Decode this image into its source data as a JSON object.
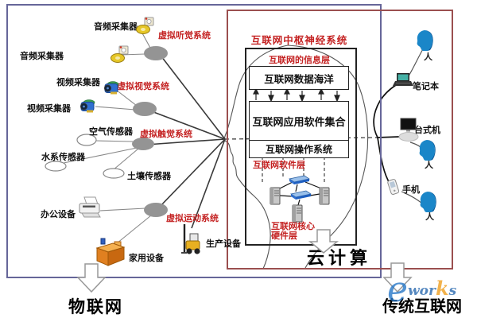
{
  "sensors": {
    "audio1": "音频采集器",
    "audio2": "音频采集器",
    "video1": "视频采集器",
    "video2": "视频采集器",
    "air": "空气传感器",
    "water": "水系传感器",
    "soil": "土壤传感器",
    "office": "办公设备",
    "home": "家用设备",
    "production": "生产设备"
  },
  "virtual_systems": {
    "hearing": "虚拟听觉系统",
    "vision": "虚拟视觉系统",
    "touch": "虚拟触觉系统",
    "motion": "虚拟运动系统"
  },
  "brain": {
    "title": "互联网中枢神经系统",
    "info_layer": "互联网的信息层",
    "data_ocean": "互联网数据海洋",
    "app_software": "互联网应用软件集合",
    "os": "互联网操作系统",
    "software_layer": "互联网软件层",
    "hardware_line1": "互联网核心",
    "hardware_line2": "硬件层",
    "cloud": "云计算"
  },
  "terminals": {
    "person_top": "人",
    "laptop": "笔记本",
    "desktop": "台式机",
    "phone": "手机",
    "person_mid": "人",
    "person_bottom": "人"
  },
  "footers": {
    "iot": "物联网",
    "traditional": "传统互联网"
  },
  "watermark": {
    "e": "e",
    "wor": "wor",
    "k": "k",
    "s": "s"
  },
  "colors": {
    "iot_box_border": "#666699",
    "internet_box_border": "#9b4f4f",
    "core_box_border": "#222222",
    "red_label": "#c42222",
    "junction_fill": "#949494",
    "block_arrow_fill": "#ffffff"
  },
  "icons": [
    "audio-collector-icon",
    "video-collector-icon",
    "printer-icon",
    "home-appliance-icon",
    "forklift-icon",
    "server-icon",
    "switch-icon",
    "person-head-icon",
    "laptop-icon",
    "desktop-icon",
    "phone-icon",
    "down-block-arrow",
    "junction-ellipse",
    "sensor-ellipse",
    "head-profile"
  ]
}
